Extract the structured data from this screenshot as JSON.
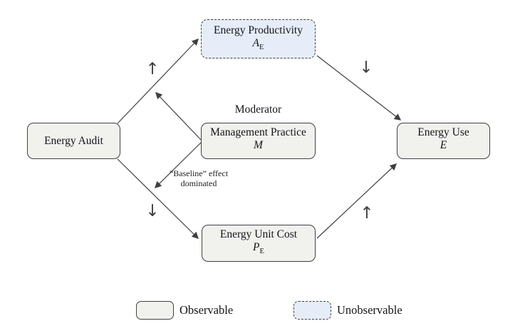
{
  "diagram": {
    "nodes": {
      "energy_audit": {
        "label": "Energy Audit",
        "symbol": "",
        "sub": "",
        "type": "observable"
      },
      "energy_productivity": {
        "label": "Energy Productivity",
        "symbol": "A",
        "sub": "E",
        "type": "unobservable"
      },
      "management_practice": {
        "label": "Management Practice",
        "symbol": "M",
        "sub": "",
        "type": "observable"
      },
      "energy_unit_cost": {
        "label": "Energy Unit Cost",
        "symbol": "P",
        "sub": "E",
        "type": "observable"
      },
      "energy_use": {
        "label": "Energy Use",
        "symbol": "E",
        "sub": "",
        "type": "observable"
      }
    },
    "moderator_label": "Moderator",
    "annotation": {
      "line1": "“Baseline” effect",
      "line2": "dominated"
    },
    "edge_signs": {
      "audit_to_productivity": "↑",
      "productivity_to_use": "↓",
      "audit_to_unit_cost": "↓",
      "unit_cost_to_use": "↑"
    },
    "edges": [
      {
        "from": "energy_audit",
        "to": "energy_productivity",
        "sign": "up"
      },
      {
        "from": "energy_productivity",
        "to": "energy_use",
        "sign": "down"
      },
      {
        "from": "energy_audit",
        "to": "energy_unit_cost",
        "sign": "down",
        "annotation": "“Baseline” effect dominated"
      },
      {
        "from": "energy_unit_cost",
        "to": "energy_use",
        "sign": "up"
      },
      {
        "from": "management_practice",
        "to": "edge audit→productivity",
        "role": "moderator"
      },
      {
        "from": "management_practice",
        "to": "edge audit→unit_cost",
        "role": "moderator"
      }
    ]
  },
  "legend": {
    "observable": "Observable",
    "unobservable": "Unobservable"
  },
  "colors": {
    "observable_fill": "#f1f1ee",
    "unobservable_fill": "#e6edf8",
    "border_color": "#414141",
    "arrow_color": "#3f3f3f",
    "text_color": "#14141a"
  }
}
